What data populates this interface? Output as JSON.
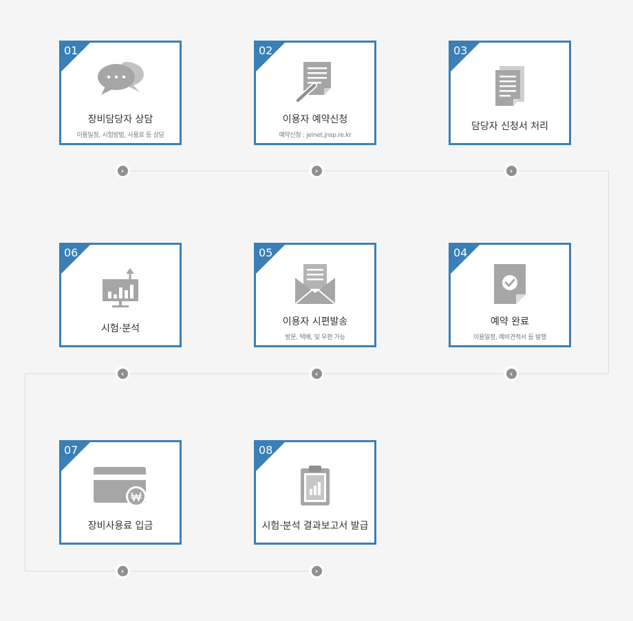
{
  "steps": [
    {
      "num": "01",
      "title": "장비담당자 상담",
      "subtitle": "이용일정, 시험방법, 사용료 등 상담",
      "icon": "chat-bubbles-icon"
    },
    {
      "num": "02",
      "title": "이용자 예약신청",
      "subtitle": "예약신청 : jeinet.jnsp.re.kr",
      "icon": "document-pen-icon"
    },
    {
      "num": "03",
      "title": "담당자 신청서 처리",
      "subtitle": "",
      "icon": "document-stack-icon"
    },
    {
      "num": "04",
      "title": "예약 완료",
      "subtitle": "이용일정, 예비견적서 등 발행",
      "icon": "document-check-icon"
    },
    {
      "num": "05",
      "title": "이용자 시편발송",
      "subtitle": "방문, 택배, 및 우편 가능",
      "icon": "envelope-letter-icon"
    },
    {
      "num": "06",
      "title": "시험·분석",
      "subtitle": "",
      "icon": "monitor-chart-icon"
    },
    {
      "num": "07",
      "title": "장비사용료 입금",
      "subtitle": "",
      "icon": "credit-card-won-icon"
    },
    {
      "num": "08",
      "title": "시험·분석 결과보고서 발급",
      "subtitle": "",
      "icon": "clipboard-report-icon"
    }
  ],
  "arrows": {
    "right_glyph": "›",
    "left_glyph": "‹"
  },
  "colors": {
    "accent": "#3a7fb5",
    "icon": "#aaaaaa",
    "connector": "#dcdcdc",
    "arrow": "#8f8f8f",
    "background": "#f5f5f5"
  }
}
